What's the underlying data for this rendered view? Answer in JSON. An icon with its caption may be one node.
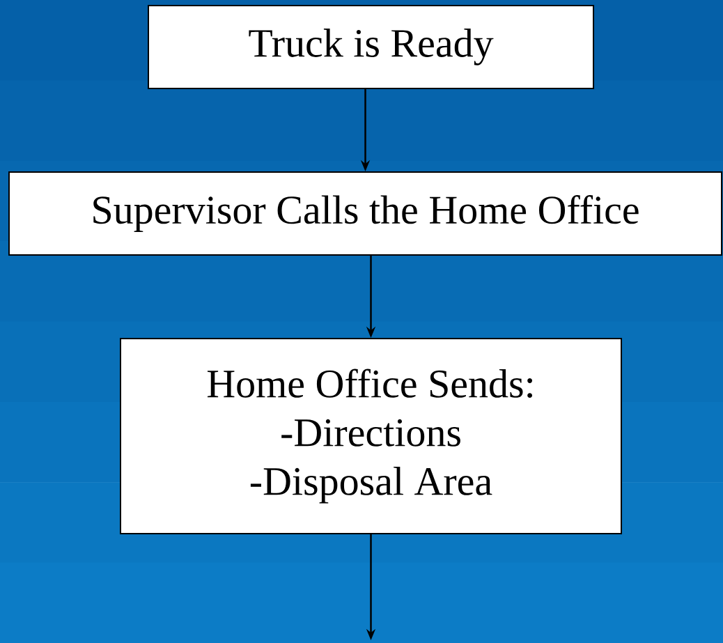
{
  "diagram": {
    "nodes": [
      {
        "text": [
          "Truck is Ready"
        ]
      },
      {
        "text": [
          "Supervisor Calls the Home Office"
        ]
      },
      {
        "text": [
          "Home Office Sends:",
          "-Directions",
          "-Disposal Area"
        ]
      }
    ],
    "edges": [
      {
        "from": 0,
        "to": 1,
        "arrow": "to"
      },
      {
        "from": 1,
        "to": 2,
        "arrow": "to"
      },
      {
        "from": 2,
        "to": null,
        "arrow": "to"
      }
    ]
  }
}
